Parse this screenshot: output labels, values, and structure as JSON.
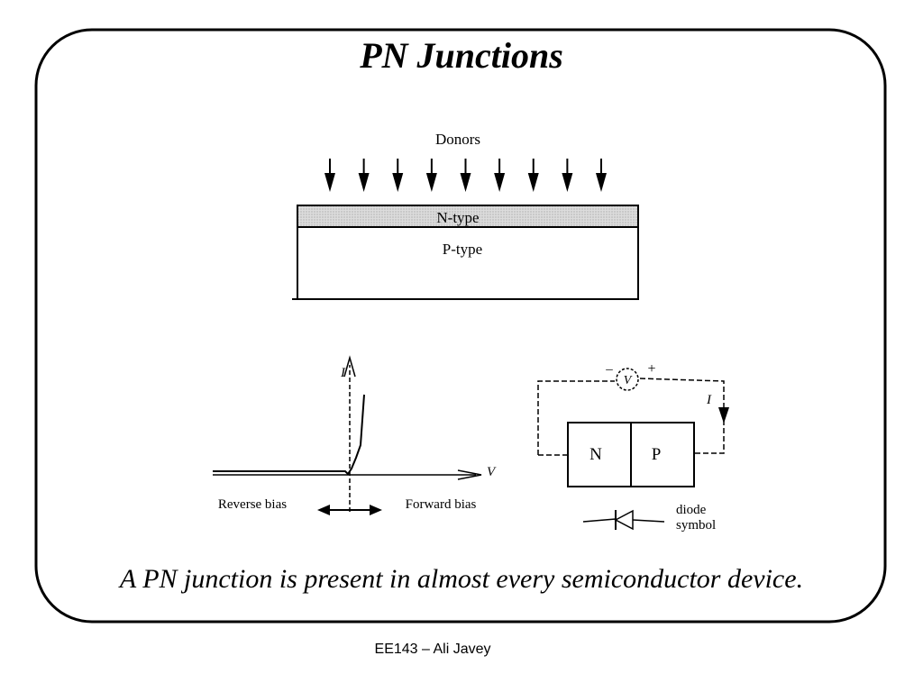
{
  "slide": {
    "title": "PN Junctions",
    "caption": "A PN junction is present in almost every semiconductor device.",
    "footer": "EE143 – Ali Javey"
  },
  "doping": {
    "source_label": "Donors",
    "arrow_count": 9,
    "top_layer": "N-type",
    "substrate": "P-type",
    "top_layer_fill": "#c8c8c8"
  },
  "iv_curve": {
    "y_label": "I",
    "x_label": "V",
    "left_region": "Reverse bias",
    "right_region": "Forward bias"
  },
  "circuit": {
    "minus": "–",
    "meter": "V",
    "plus": "+",
    "current": "I",
    "left_block": "N",
    "right_block": "P"
  },
  "symbol": {
    "label_line1": "diode",
    "label_line2": "symbol"
  }
}
